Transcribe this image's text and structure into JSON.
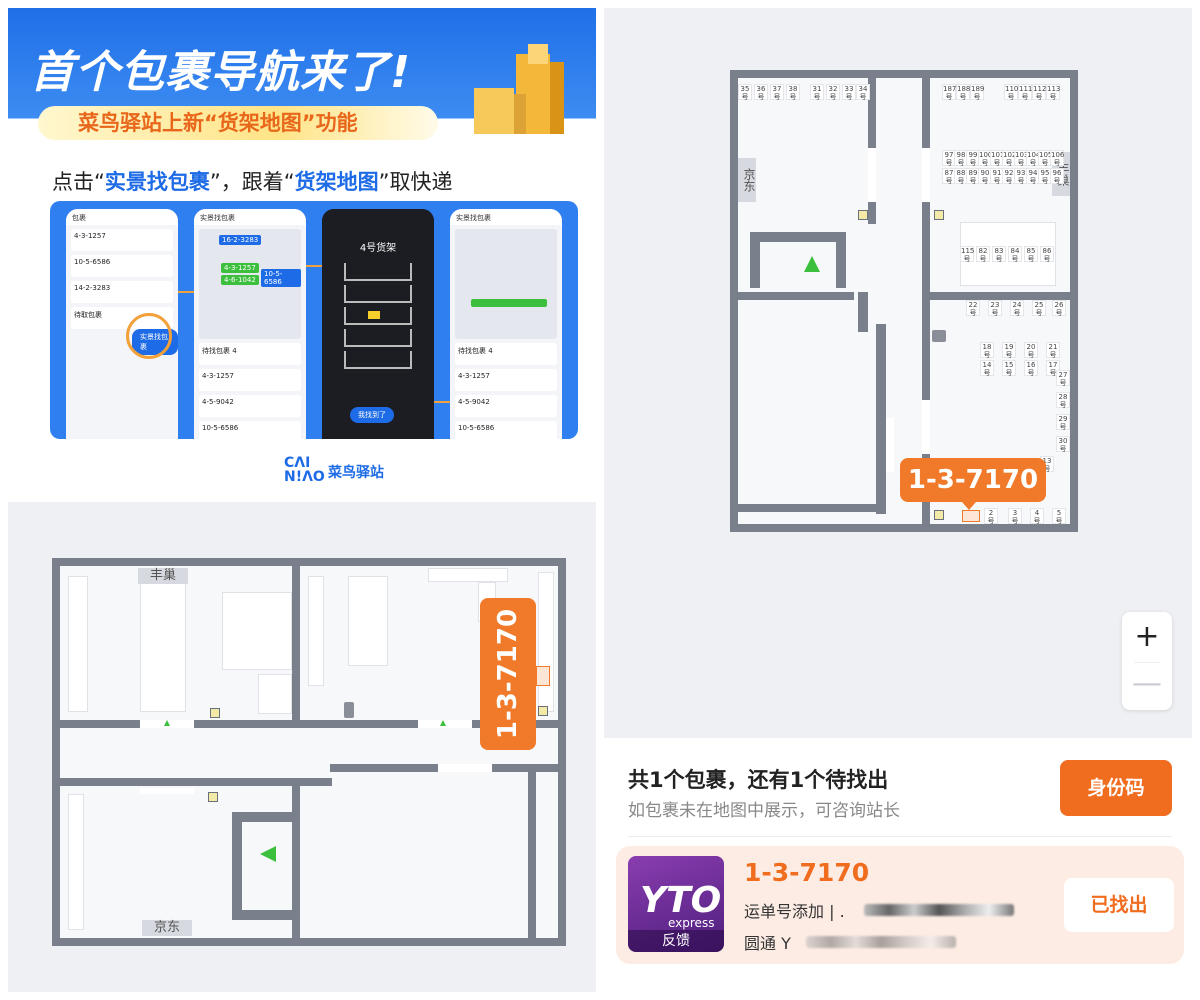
{
  "promo": {
    "title": "首个包裹导航来了!",
    "subtitle": "菜鸟驿站上新“货架地图”功能",
    "instr_pre": "点击“",
    "instr_hl1": "实景找包裹",
    "instr_mid": "”，跟着“",
    "instr_hl2": "货架地图",
    "instr_post": "”取快递",
    "logo_letters_top": "CΛI",
    "logo_letters_bottom": "N!ΛO",
    "logo_cn": "菜鸟驿站",
    "phone1": {
      "title": "包裹",
      "codes": [
        "4-3-1257",
        "10-5-6586",
        "14-2-3283"
      ],
      "button": "实景找包裹",
      "section": "待取包裹"
    },
    "phone2": {
      "header": "实景找包裹",
      "tags": [
        "16-2-3283",
        "4-3-1257",
        "4-6-1042",
        "10-5-6586"
      ],
      "list_title": "待找包裹 4",
      "codes": [
        "4-3-1257",
        "4-5-9042",
        "10-5-6586"
      ]
    },
    "phone3": {
      "header": "4号货架",
      "button": "我找到了"
    },
    "phone4": {
      "header": "实景找包裹",
      "list_title": "待找包裹 4",
      "codes": [
        "4-3-1257",
        "4-5-9042",
        "10-5-6586"
      ]
    }
  },
  "map_left": {
    "badge": "1-3-7170",
    "label_top": "丰巢",
    "label_bottom": "京东"
  },
  "map_right": {
    "badge": "1-3-7170",
    "label_left": "京东",
    "label_right": "丰巢",
    "slots_top_left": [
      "35",
      "36",
      "37",
      "38",
      "31",
      "32",
      "33",
      "34"
    ],
    "slots_top_right": [
      "187",
      "188",
      "189",
      "110",
      "111",
      "112",
      "113"
    ],
    "slots_row1": [
      "97",
      "98",
      "99",
      "100",
      "101",
      "102",
      "103",
      "104",
      "105",
      "106"
    ],
    "slots_row2": [
      "87",
      "88",
      "89",
      "90",
      "91",
      "92",
      "93",
      "94",
      "95",
      "96"
    ],
    "slots_mid": [
      "115",
      "82",
      "83",
      "84",
      "85",
      "86"
    ],
    "slots_row3": [
      "22",
      "23",
      "24",
      "25",
      "26"
    ],
    "slots_row4": [
      "18",
      "19",
      "20",
      "21"
    ],
    "slots_row5": [
      "14",
      "15",
      "16",
      "17"
    ],
    "slots_side": [
      "27",
      "28",
      "29",
      "30",
      "13"
    ],
    "slots_bottom": [
      "2",
      "3",
      "4",
      "5"
    ],
    "unit": "号"
  },
  "zoom": {
    "plus": "+",
    "minus": "—"
  },
  "sheet": {
    "title": "共1个包裹，还有1个待找出",
    "subtitle": "如包裹未在地图中展示，可咨询站长",
    "id_button": "身份码",
    "package": {
      "code": "1-3-7170",
      "line1": "运单号添加 | .",
      "line2": "圆通 Y",
      "logo_text": "YTO",
      "logo_sub": "express",
      "logo_feedback": "反馈",
      "status_button": "已找出"
    }
  },
  "colors": {
    "accent": "#f06c1e",
    "blue": "#1d6be6",
    "wall": "#7a7f8c",
    "badge": "#f07a2a"
  }
}
